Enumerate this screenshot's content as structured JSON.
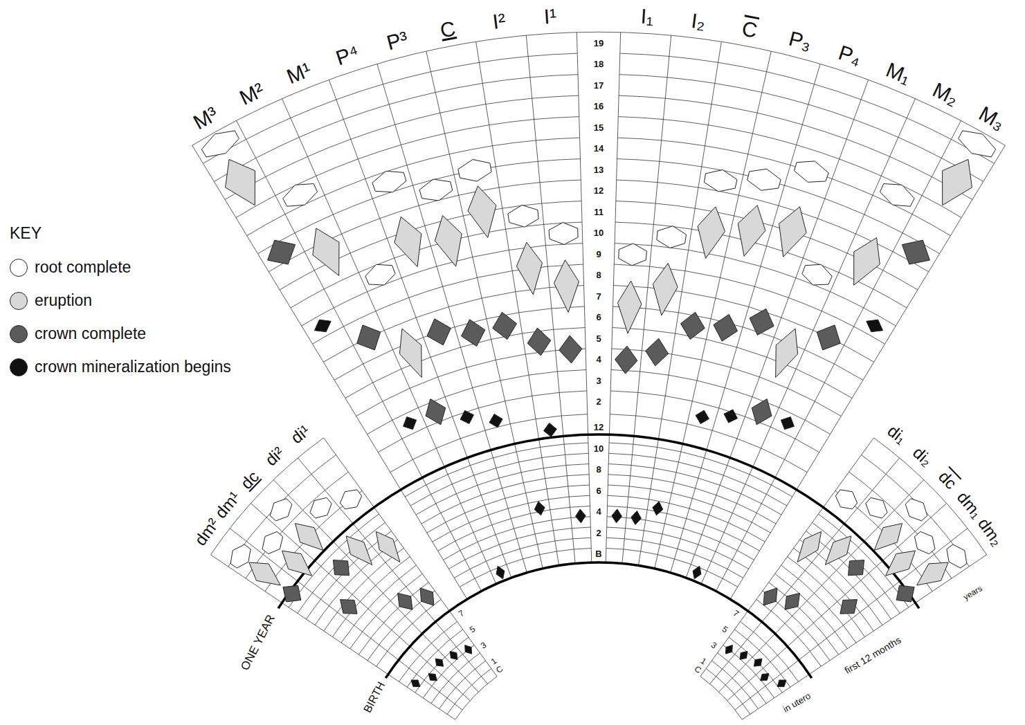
{
  "diagram": {
    "labels": [
      "M³",
      "M²",
      "M¹",
      "P⁴",
      "P³",
      "C",
      "I²",
      "I¹",
      "I₁",
      "I₂",
      "C",
      "P₃",
      "P₄",
      "M₁",
      "M₂",
      "M₃",
      "19",
      "18",
      "17",
      "16",
      "15",
      "14",
      "13",
      "12",
      "11",
      "10",
      "9",
      "8",
      "7",
      "6",
      "5",
      "4",
      "3",
      "2",
      "12",
      "10",
      "8",
      "6",
      "4",
      "2",
      "B",
      "dm²",
      "dm¹",
      "dc",
      "di²",
      "di¹",
      "di₁",
      "di₂",
      "dc",
      "dm₁",
      "dm₂",
      "ONE YEAR",
      "BIRTH",
      "7",
      "5",
      "3",
      "1",
      "C",
      "C",
      "1",
      "3",
      "5",
      "7",
      "in utero",
      "first 12 months",
      "years",
      "KEY"
    ],
    "legend": [
      {
        "text": "root complete",
        "color": "#ffffff"
      },
      {
        "text": "eruption",
        "color": "#d8d8d8"
      },
      {
        "text": "crown complete",
        "color": "#5b5b5b"
      },
      {
        "text": "crown mineralization begins",
        "color": "#111111"
      }
    ]
  }
}
